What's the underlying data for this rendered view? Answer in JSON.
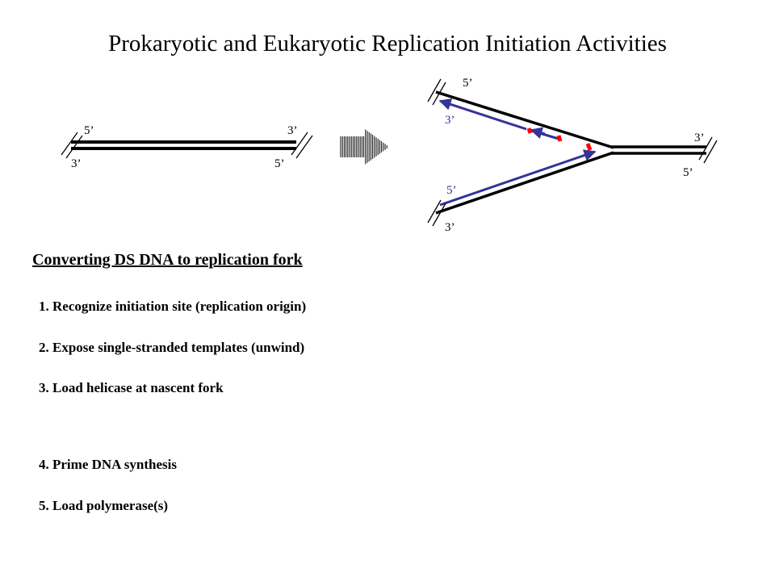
{
  "title": "Prokaryotic and Eukaryotic Replication Initiation Activities",
  "diagram": {
    "ds_dna": {
      "top_left": "5’",
      "bottom_left": "3’",
      "top_right": "3’",
      "bottom_right": "5’"
    },
    "fork": {
      "upper_template_end": "5’",
      "upper_new_strand_end": "3’",
      "right_top": "3’",
      "right_bottom": "5’",
      "lower_new_strand_end": "5’",
      "lower_template_end": "3’"
    },
    "colors": {
      "template_strand": "#000000",
      "new_strand": "#333399",
      "primer": "#ff0000"
    }
  },
  "section": {
    "heading": "Converting DS DNA to replication fork",
    "steps": [
      "1. Recognize initiation site (replication origin)",
      "2. Expose single-stranded templates (unwind)",
      "3. Load helicase at nascent fork",
      "4. Prime DNA synthesis",
      "5. Load polymerase(s)"
    ]
  }
}
